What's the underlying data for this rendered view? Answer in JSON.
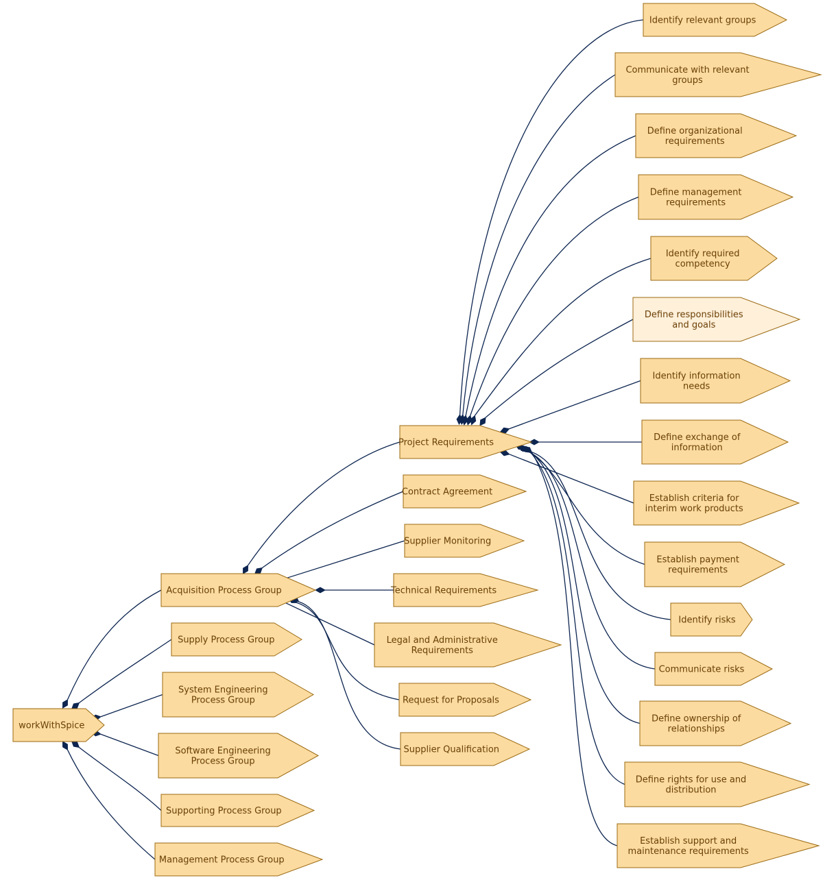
{
  "colors": {
    "node_fill": "#fbdba0",
    "node_fill_highlight": "#fff0da",
    "node_stroke": "#9b6a12",
    "text": "#6b4006",
    "edge": "#0d2550"
  },
  "nodes": {
    "root": {
      "label": [
        "workWithSpice"
      ]
    },
    "groups": [
      {
        "id": "acq",
        "label": [
          "Acquisition Process Group"
        ]
      },
      {
        "id": "sup",
        "label": [
          "Supply Process Group"
        ]
      },
      {
        "id": "sys",
        "label": [
          "System Engineering",
          "Process Group"
        ]
      },
      {
        "id": "sw",
        "label": [
          "Software Engineering",
          "Process Group"
        ]
      },
      {
        "id": "supp",
        "label": [
          "Supporting Process Group"
        ]
      },
      {
        "id": "man",
        "label": [
          "Management Process Group"
        ]
      }
    ],
    "acquisition_children": [
      {
        "id": "projreq",
        "label": [
          "Project Requirements"
        ]
      },
      {
        "id": "contract",
        "label": [
          "Contract Agreement"
        ]
      },
      {
        "id": "supmon",
        "label": [
          "Supplier Monitoring"
        ]
      },
      {
        "id": "techreq",
        "label": [
          "Technical Requirements"
        ]
      },
      {
        "id": "legal",
        "label": [
          "Legal and Administrative",
          "Requirements"
        ]
      },
      {
        "id": "rfp",
        "label": [
          "Request for Proposals"
        ]
      },
      {
        "id": "supqual",
        "label": [
          "Supplier Qualification"
        ]
      }
    ],
    "project_requirements_children": [
      {
        "id": "p1",
        "label": [
          "Identify relevant groups"
        ]
      },
      {
        "id": "p2",
        "label": [
          "Communicate with relevant",
          "groups"
        ]
      },
      {
        "id": "p3",
        "label": [
          "Define organizational",
          "requirements"
        ]
      },
      {
        "id": "p4",
        "label": [
          "Define management",
          "requirements"
        ]
      },
      {
        "id": "p5",
        "label": [
          "Identify required",
          "competency"
        ]
      },
      {
        "id": "p6",
        "label": [
          "Define responsibilities",
          "and goals"
        ],
        "highlight": true
      },
      {
        "id": "p7",
        "label": [
          "Identify information",
          "needs"
        ]
      },
      {
        "id": "p8",
        "label": [
          "Define exchange of",
          "information"
        ]
      },
      {
        "id": "p9",
        "label": [
          "Establish criteria for",
          "interim work products"
        ]
      },
      {
        "id": "p10",
        "label": [
          "Establish payment",
          "requirements"
        ]
      },
      {
        "id": "p11",
        "label": [
          "Identify risks"
        ]
      },
      {
        "id": "p12",
        "label": [
          "Communicate risks"
        ]
      },
      {
        "id": "p13",
        "label": [
          "Define ownership of",
          "relationships"
        ]
      },
      {
        "id": "p14",
        "label": [
          "Define rights for use and",
          "distribution"
        ]
      },
      {
        "id": "p15",
        "label": [
          "Establish support and",
          "maintenance requirements"
        ]
      }
    ]
  }
}
